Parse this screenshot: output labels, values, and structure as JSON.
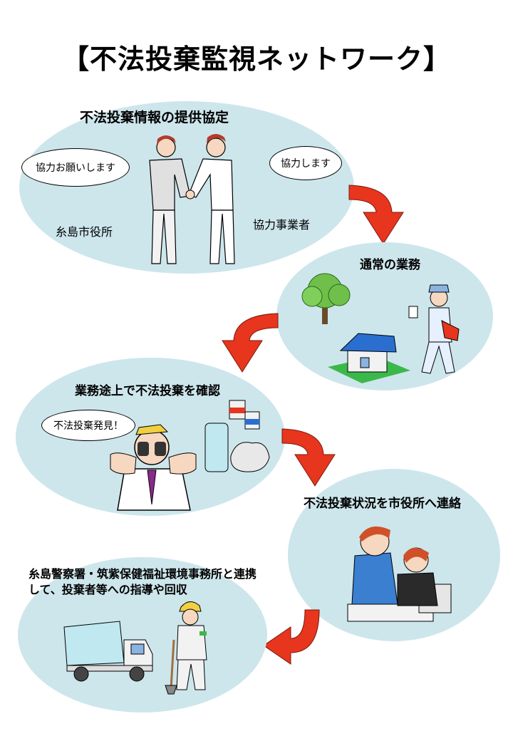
{
  "title": "【不法投棄監視ネットワーク】",
  "step1": {
    "heading": "不法投棄情報の提供協定",
    "bubble_left": "協力お願いします",
    "bubble_right": "協力します",
    "label_left": "糸島市役所",
    "label_right": "協力事業者"
  },
  "step2": {
    "heading": "通常の業務"
  },
  "step3": {
    "heading": "業務途上で不法投棄を確認",
    "bubble": "不法投棄発見！"
  },
  "step4": {
    "heading": "不法投棄状況を市役所へ連絡"
  },
  "step5": {
    "heading_line1": "糸島警察署・筑紫保健福祉環境事務所と連携",
    "heading_line2": "して、投棄者等への指導や回収"
  },
  "colors": {
    "ellipse": "#cde6ec",
    "arrow": "#e8351e",
    "grass": "#3bb84a",
    "roof": "#2a6fd0"
  }
}
